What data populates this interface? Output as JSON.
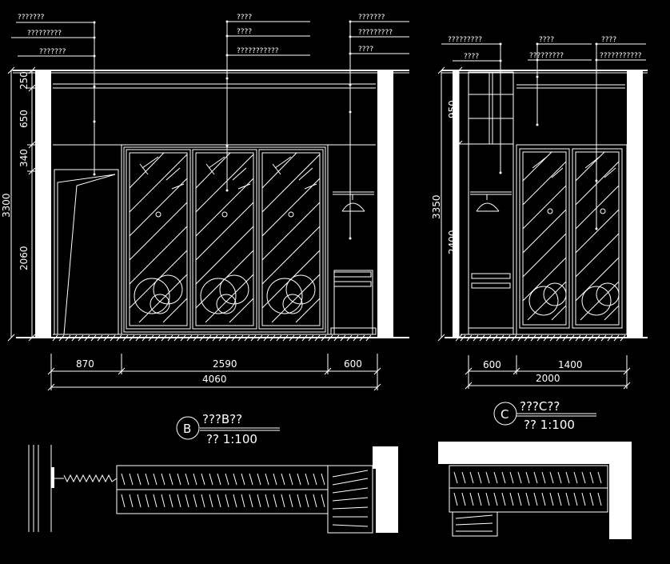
{
  "elevation_b": {
    "callouts_left": [
      "???????",
      "?????????",
      "???????"
    ],
    "callouts_mid": [
      "????",
      "????",
      "???????????"
    ],
    "callouts_right": [
      "???????",
      "?????????",
      "????"
    ],
    "vertical_dims": [
      "250",
      "650",
      "340",
      "2060"
    ],
    "total_height": "3300",
    "horizontal_dims": [
      "870",
      "2590",
      "600"
    ],
    "total_width": "4060",
    "title_symbol": "B",
    "title": "???B??",
    "scale": "?? 1:100"
  },
  "elevation_c": {
    "callouts_left": [
      "?????????",
      "????"
    ],
    "callouts_mid": [
      "????",
      "?????????"
    ],
    "callouts_right": [
      "????",
      "???????????"
    ],
    "vertical_dims": [
      "950",
      "2400"
    ],
    "total_height": "3350",
    "horizontal_dims": [
      "600",
      "1400"
    ],
    "total_width": "2000",
    "title_symbol": "C",
    "title": "???C??",
    "scale": "?? 1:100"
  },
  "colors": {
    "background": "#000000",
    "linework": "#ffffff"
  }
}
